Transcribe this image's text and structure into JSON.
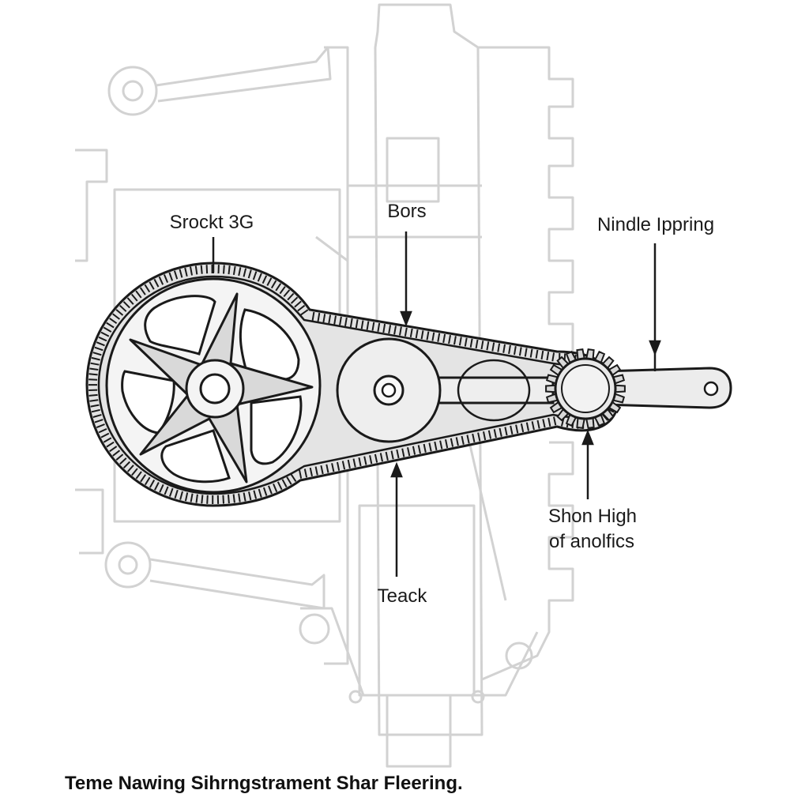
{
  "labels": {
    "sprocket": "Srockt 3G",
    "bors": "Bors",
    "nindle": "Nindle Ippring",
    "shon_line1": "Shon High",
    "shon_line2": "of anolfics",
    "teack": "Teack"
  },
  "caption": "Teme Nawing Sihrngstrament Shar Fleering.",
  "colors": {
    "ink": "#1a1a1a",
    "faint": "#d2d2d2",
    "belt_fill": "#e2e2e2",
    "part_fill": "#ececec"
  }
}
